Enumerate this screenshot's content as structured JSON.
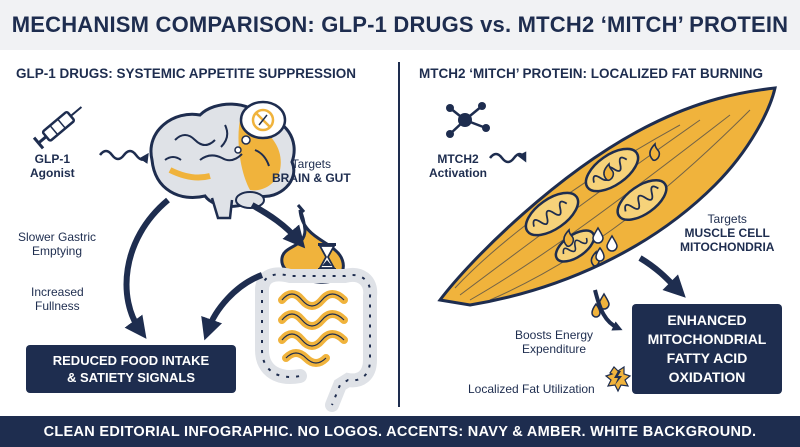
{
  "title": "MECHANISM COMPARISON: GLP-1 DRUGS vs. MTCH2 ‘MITCH’ PROTEIN",
  "left_panel": {
    "heading": "GLP-1 DRUGS: SYSTEMIC APPETITE SUPPRESSION",
    "agonist_line1": "GLP-1",
    "agonist_line2": "Agonist",
    "targets_line1": "Targets",
    "targets_line2": "BRAIN & GUT",
    "gastric_line1": "Slower Gastric",
    "gastric_line2": "Emptying",
    "fullness_line1": "Increased",
    "fullness_line2": "Fullness",
    "result_line1": "REDUCED FOOD INTAKE",
    "result_line2": "& SATIETY SIGNALS"
  },
  "right_panel": {
    "heading": "MTCH2 ‘MITCH’ PROTEIN: LOCALIZED FAT BURNING",
    "activation_line1": "MTCH2",
    "activation_line2": "Activation",
    "targets_line1": "Targets",
    "targets_line2": "MUSCLE CELL",
    "targets_line3": "MITOCHONDRIA",
    "energy_line1": "Boosts Energy",
    "energy_line2": "Expenditure",
    "fat_util": "Localized Fat Utilization",
    "result_line1": "ENHANCED",
    "result_line2": "MITOCHONDRIAL",
    "result_line3": "FATTY ACID",
    "result_line4": "OXIDATION"
  },
  "footer": "CLEAN EDITORIAL INFOGRAPHIC. NO LOGOS. ACCENTS: NAVY & AMBER. WHITE BACKGROUND.",
  "colors": {
    "navy": "#1e2d4f",
    "amber": "#f0b33c",
    "light_amber": "#f6d27a",
    "gray": "#d9dce1"
  },
  "icons": [
    "syringe-icon",
    "brain-icon",
    "no-food-thought-icon",
    "stomach-icon",
    "hourglass-icon",
    "intestine-icon",
    "molecule-icon",
    "muscle-fiber-icon",
    "mitochondrion-icon",
    "flame-icon",
    "fat-droplet-icon",
    "energy-bolt-icon"
  ]
}
